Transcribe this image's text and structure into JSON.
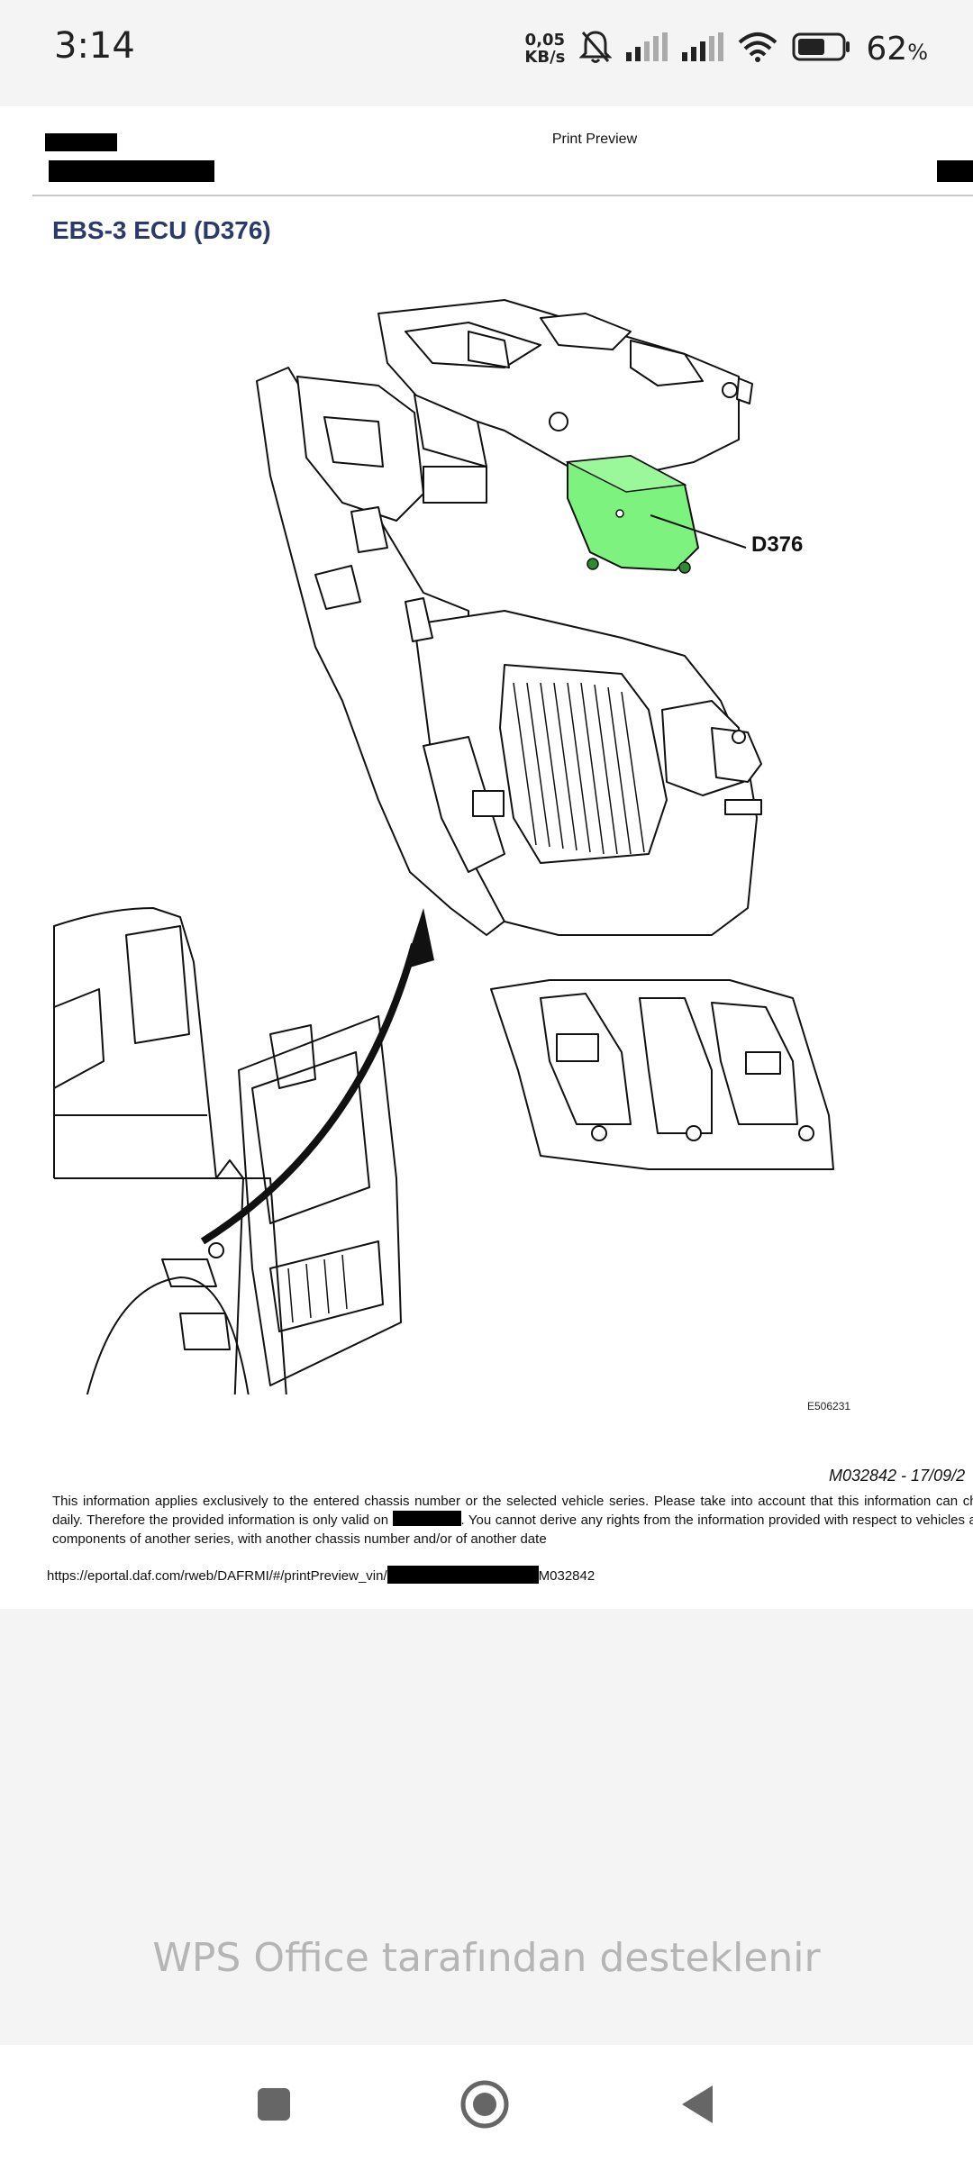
{
  "status_bar": {
    "time": "3:14",
    "net_speed_value": "0,05",
    "net_speed_unit": "KB/s",
    "battery_percent": "62",
    "battery_unit": "%",
    "battery_level": 0.62,
    "icons": [
      "mute-bell-icon",
      "signal-icon",
      "signal-icon",
      "wifi-icon",
      "battery-icon"
    ]
  },
  "document": {
    "header": "Print Preview",
    "title": "EBS-3 ECU (D376)",
    "component_label": "D376",
    "highlight_color": "#7ef27e",
    "figure_code": "E506231",
    "doc_ref": "M032842 - 17/09/2",
    "disclaimer_part1": "This information applies exclusively to the entered chassis number or the selected vehicle series. Please take into account that this information can change daily. Therefore the provided information is only valid on",
    "disclaimer_part2": ". You cannot derive any rights from the information provided with respect to vehicles and/or components of another series, with another chassis number and/or of another date",
    "url_prefix": "https://eportal.daf.com/rweb/DAFRMI/#/printPreview_vin/",
    "url_suffix": "M032842"
  },
  "footer": {
    "wps_text": "WPS Office tarafından desteklenir"
  },
  "nav_bar": {
    "icons": [
      "recent-apps-icon",
      "home-icon",
      "back-icon"
    ]
  }
}
